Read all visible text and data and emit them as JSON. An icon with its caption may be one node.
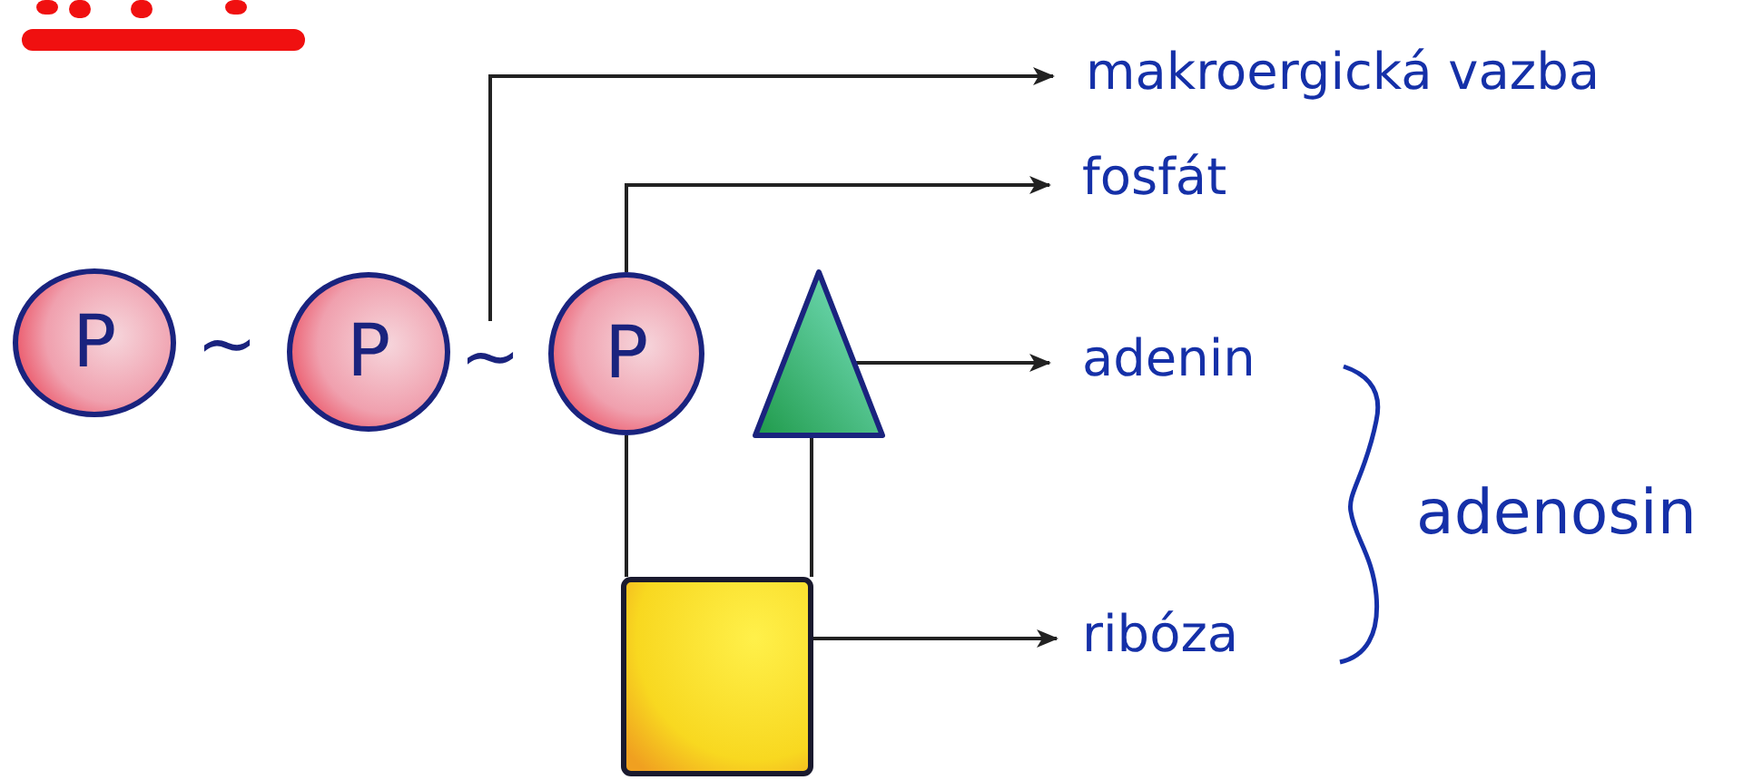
{
  "diagram": {
    "nodes": [
      {
        "text": [
          "P"
        ]
      },
      {
        "text": [
          "~"
        ]
      },
      {
        "text": [
          "P"
        ]
      },
      {
        "text": [
          "~"
        ]
      },
      {
        "text": [
          "P"
        ]
      },
      {
        "text": [],
        "shape": "triangle"
      },
      {
        "text": [],
        "shape": "box"
      },
      {
        "text": [
          "makroergická vazba"
        ]
      },
      {
        "text": [
          "fosfát"
        ]
      },
      {
        "text": [
          "adenin"
        ]
      },
      {
        "text": [
          "ribóza"
        ]
      }
    ],
    "edges": [
      {
        "from": 3,
        "to": 7,
        "arrow": "to"
      },
      {
        "from": 4,
        "to": 8,
        "arrow": "to"
      },
      {
        "from": 5,
        "to": 9,
        "arrow": "to"
      },
      {
        "from": 6,
        "to": 10,
        "arrow": "to"
      },
      {
        "from": 4,
        "to": 6,
        "arrow": "none"
      },
      {
        "from": 5,
        "to": 6,
        "arrow": "none"
      }
    ],
    "labels": [
      "adenosin"
    ]
  }
}
